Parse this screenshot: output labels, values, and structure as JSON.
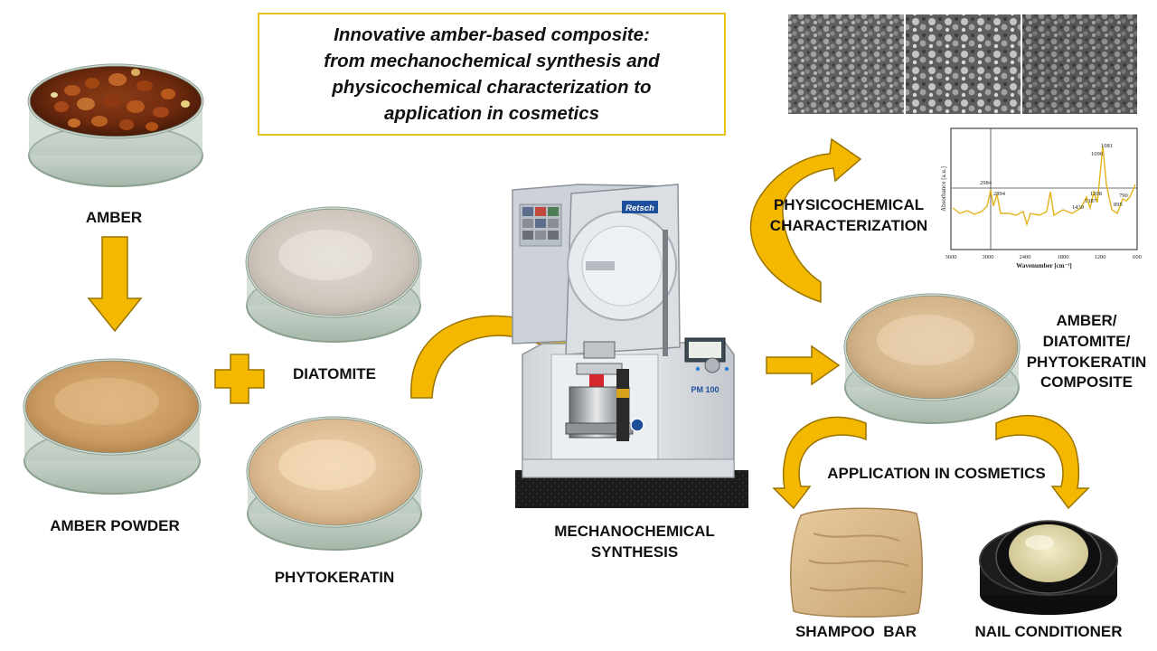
{
  "title": {
    "lines": [
      "Innovative amber-based composite:",
      "from mechanochemical synthesis and",
      "physicochemical characterization to",
      "application in cosmetics"
    ]
  },
  "labels": {
    "amber": "AMBER",
    "amber_powder": "AMBER POWDER",
    "diatomite": "DIATOMITE",
    "phytokeratin": "PHYTOKERATIN",
    "mechanochemical_synthesis": [
      "MECHANOCHEMICAL",
      "SYNTHESIS"
    ],
    "physicochemical_characterization": [
      "PHYSICOCHEMICAL",
      "CHARACTERIZATION"
    ],
    "composite": [
      "AMBER/",
      "DIATOMITE/",
      "PHYTOKERATIN",
      "COMPOSITE"
    ],
    "application": "APPLICATION IN COSMETICS",
    "shampoo_bar": "SHAMPOO  BAR",
    "nail_conditioner": "NAIL CONDITIONER"
  },
  "mill": {
    "brand": "Retsch",
    "model": "PM 100"
  },
  "ir_spectrum": {
    "ylabel": "Absorbance [a.u.]",
    "xlabel": "Wavenumber [cm⁻¹]",
    "x_ticks": [
      "3600",
      "3000",
      "2400",
      "1800",
      "1200",
      "600"
    ],
    "peak_labels": [
      "2984",
      "2894",
      "1439",
      "1387",
      "1208",
      "1096",
      "1081",
      "895",
      "790"
    ]
  },
  "colors": {
    "arrow_fill": "#f4b800",
    "arrow_stroke": "#9a7400",
    "title_border": "#e8c11c",
    "spectrum_line": "#e3b31c"
  }
}
